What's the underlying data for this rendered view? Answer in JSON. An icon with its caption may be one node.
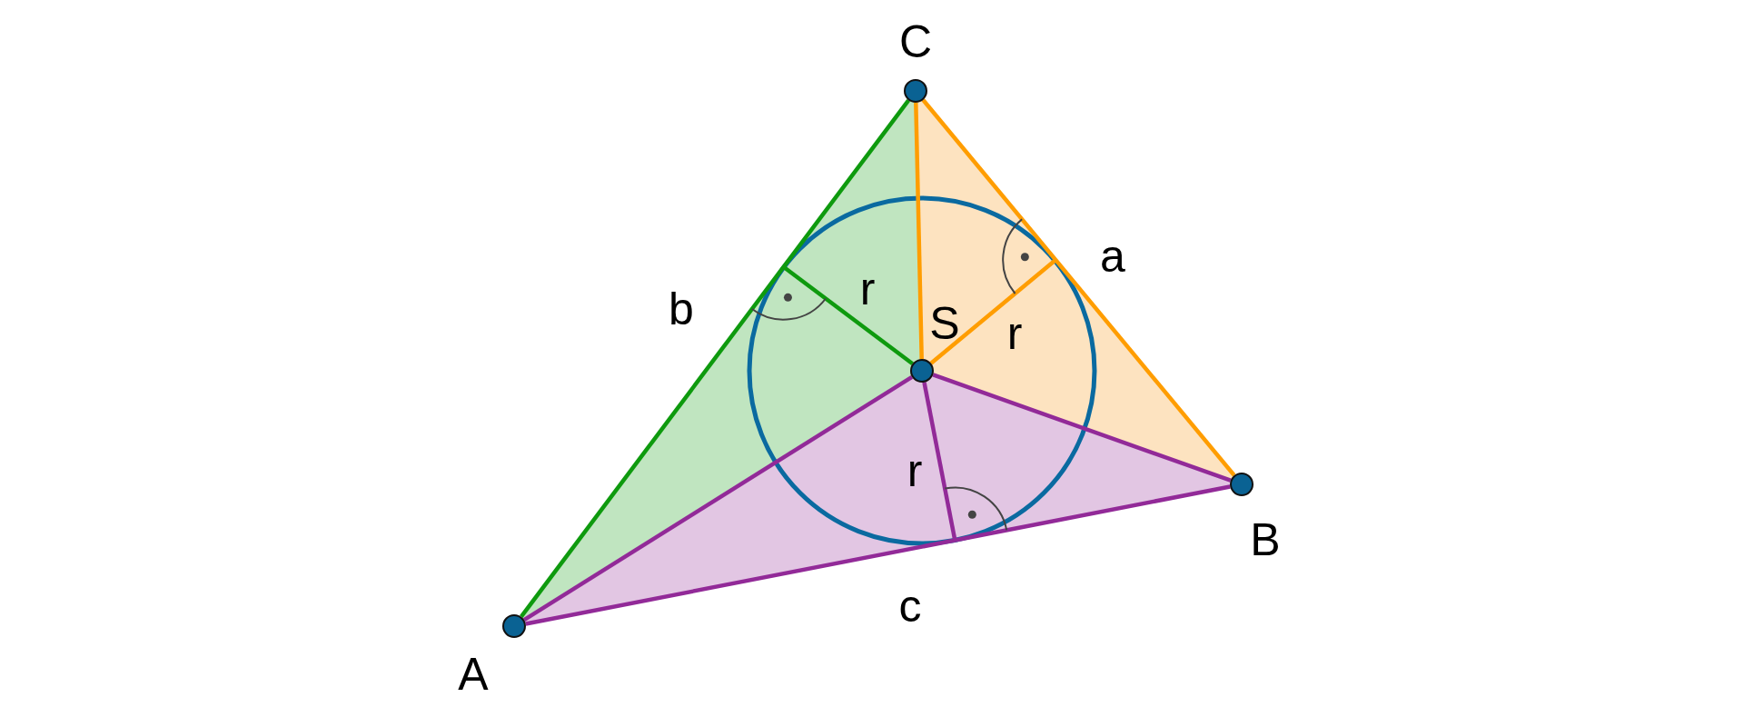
{
  "diagram": {
    "nodes": [
      {
        "text": [
          "A"
        ]
      },
      {
        "text": [
          "B"
        ]
      },
      {
        "text": [
          "C"
        ]
      },
      {
        "text": [
          "S"
        ]
      }
    ],
    "edges": [
      {
        "from": 0,
        "to": 1,
        "arrow": "none",
        "label": "c",
        "color": "#922a98"
      },
      {
        "from": 1,
        "to": 2,
        "arrow": "none",
        "label": "a",
        "color": "#ff9d00"
      },
      {
        "from": 2,
        "to": 0,
        "arrow": "none",
        "label": "b",
        "color": "#0e9a0e"
      },
      {
        "from": 3,
        "to": 0,
        "arrow": "none",
        "color": "#922a98"
      },
      {
        "from": 3,
        "to": 1,
        "arrow": "none",
        "color": "#922a98"
      },
      {
        "from": 3,
        "to": 2,
        "arrow": "none",
        "color": "#ff9d00"
      },
      {
        "from": 3,
        "to": null,
        "arrow": "none",
        "label": "r",
        "color": "#0e9a0e"
      },
      {
        "from": 3,
        "to": null,
        "arrow": "none",
        "label": "r",
        "color": "#ff9d00"
      },
      {
        "from": 3,
        "to": null,
        "arrow": "none",
        "label": "r",
        "color": "#922a98"
      }
    ]
  }
}
